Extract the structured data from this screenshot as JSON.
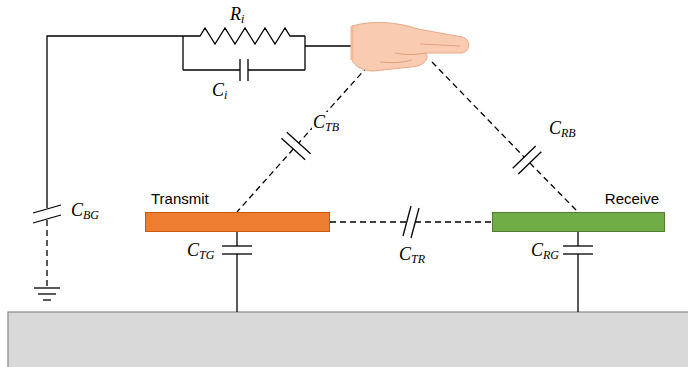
{
  "diagram": {
    "nodes": [
      {
        "text": [
          "Transmit"
        ]
      },
      {
        "text": [
          "Receive"
        ]
      }
    ],
    "edges": [
      {
        "from": 0,
        "to": 1,
        "arrow": "none",
        "label": "CTR"
      }
    ],
    "labels": [
      "Ri",
      "Ci",
      "CTB",
      "CRB",
      "CBG",
      "CTG",
      "CRG"
    ]
  }
}
